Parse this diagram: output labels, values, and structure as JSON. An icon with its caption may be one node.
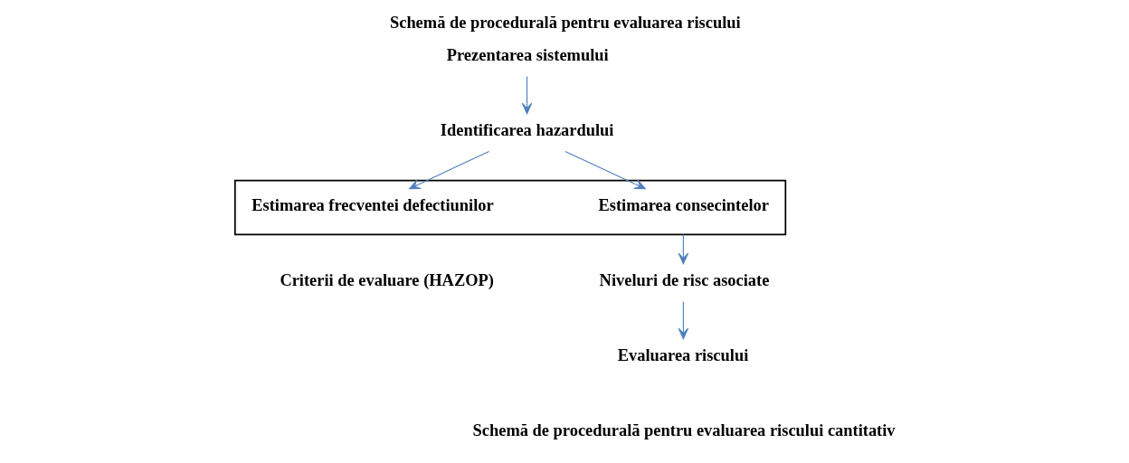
{
  "diagram": {
    "title": "Schemă de procedurală pentru evaluarea riscului",
    "caption": "Schemă de procedurală pentru evaluarea riscului cantitativ",
    "nodes": [
      {
        "text": [
          "Prezentarea sistemului"
        ]
      },
      {
        "text": [
          "Identificarea hazardului"
        ]
      },
      {
        "text": [],
        "shape": "box"
      },
      {
        "text": [
          "Estimarea consecintelor"
        ],
        "in": 2
      },
      {
        "text": [
          "Estimarea frecventei defectiunilor"
        ],
        "in": 2
      },
      {
        "text": [
          "Niveluri de risc asociate"
        ]
      },
      {
        "text": [
          "Evaluarea riscului"
        ]
      }
    ],
    "edges": [
      {
        "from": 0,
        "to": 1,
        "arrow": "to"
      },
      {
        "from": 1,
        "to": 3,
        "arrow": "to"
      },
      {
        "from": 1,
        "to": 4,
        "arrow": "to"
      },
      {
        "from": 2,
        "to": 5,
        "arrow": "to"
      },
      {
        "from": 5,
        "to": 6,
        "arrow": "to"
      }
    ],
    "labels": [
      "Criterii de evaluare (HAZOP)"
    ]
  }
}
